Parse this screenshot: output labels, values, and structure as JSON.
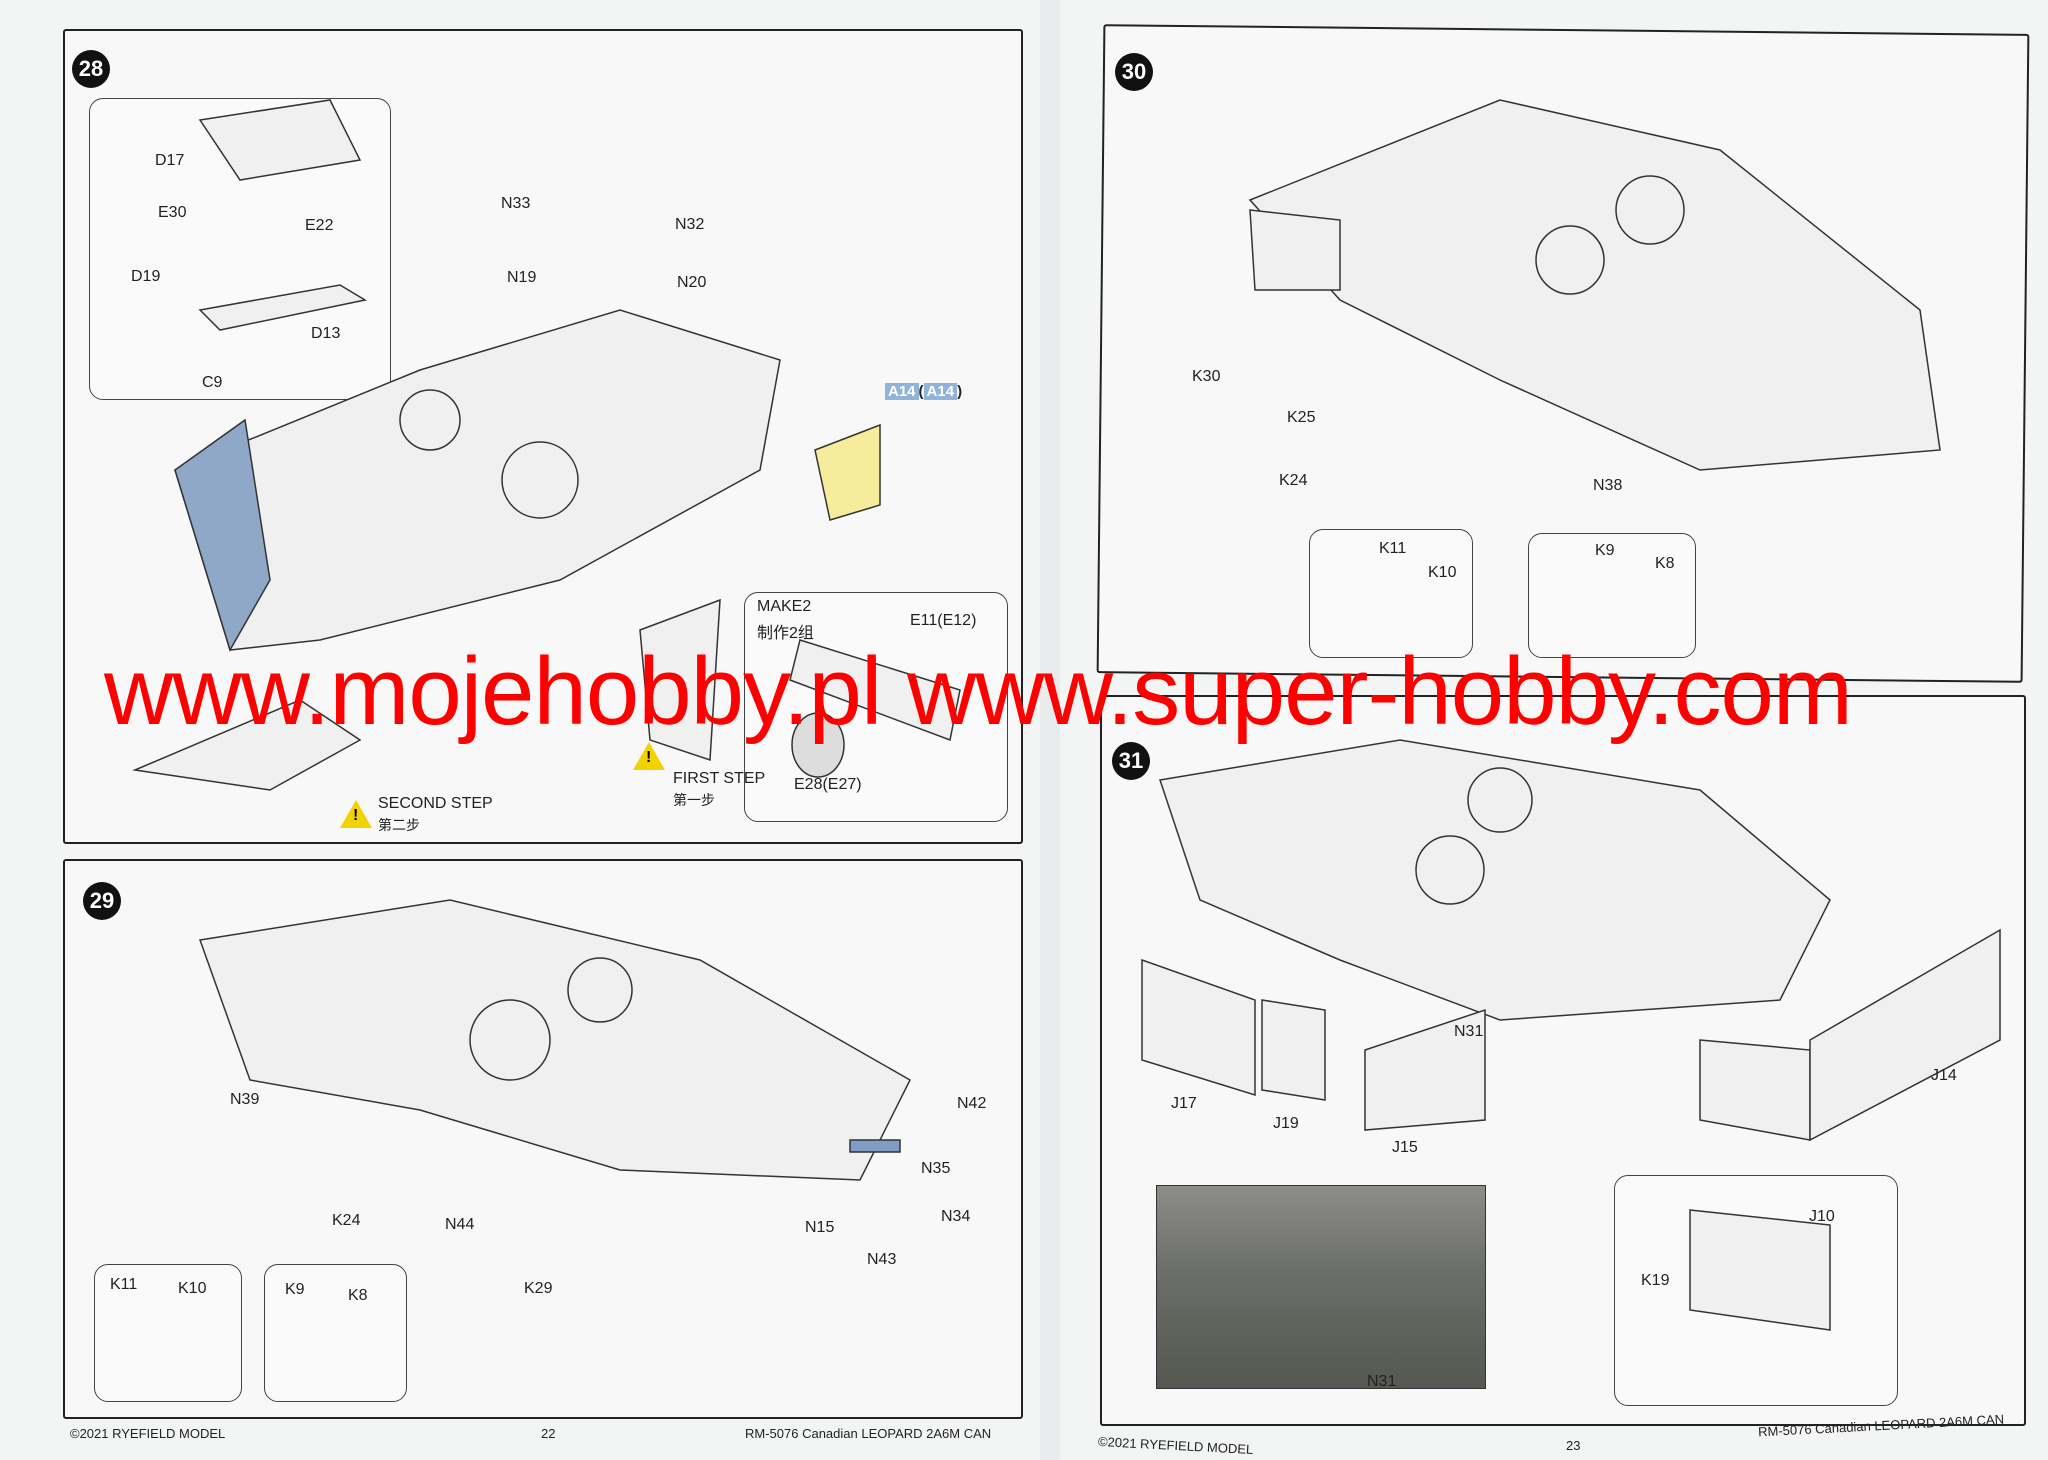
{
  "watermark": "www.mojehobby.pl www.super-hobby.com",
  "step28": {
    "number": "28",
    "labels": {
      "D17": "D17",
      "E30": "E30",
      "E22": "E22",
      "D19": "D19",
      "D13": "D13",
      "C9": "C9",
      "N33": "N33",
      "N19": "N19",
      "N32": "N32",
      "N20": "N20"
    },
    "a14_label": "A14",
    "a14_alt": "A14",
    "make_title": "MAKE2",
    "make_title_cn": "制作2组",
    "make_e11": "E11(E12)",
    "make_e28": "E28(E27)",
    "first_step": "FIRST STEP",
    "first_step_cn": "第一步",
    "second_step": "SECOND STEP",
    "second_step_cn": "第二步",
    "warning_glyph": "!"
  },
  "step29": {
    "number": "29",
    "labels": {
      "N39": "N39",
      "K24": "K24",
      "N44": "N44",
      "K29": "K29",
      "N42": "N42",
      "N35": "N35",
      "N34": "N34",
      "N15": "N15",
      "N43": "N43",
      "K11": "K11",
      "K10": "K10",
      "K9": "K9",
      "K8": "K8"
    }
  },
  "step30": {
    "number": "30",
    "labels": {
      "K30": "K30",
      "K25": "K25",
      "K24": "K24",
      "N38": "N38",
      "K11": "K11",
      "K10": "K10",
      "K9": "K9",
      "K8": "K8"
    }
  },
  "step31": {
    "number": "31",
    "labels": {
      "N31": "N31",
      "J17": "J17",
      "J19": "J19",
      "J15": "J15",
      "J14": "J14",
      "J10": "J10",
      "K19": "K19",
      "N31_photo": "N31"
    }
  },
  "footer_left": {
    "copyright": "©2021 RYEFIELD MODEL",
    "page": "22",
    "product": "RM-5076 Canadian LEOPARD 2A6M CAN"
  },
  "footer_right": {
    "copyright": "©2021 RYEFIELD MODEL",
    "page": "23",
    "product": "RM-5076 Canadian LEOPARD 2A6M CAN"
  },
  "colors": {
    "highlight_blue": "#8fa8c8",
    "highlight_yellow": "#f7ec9c",
    "watermark": "#ff0000"
  }
}
